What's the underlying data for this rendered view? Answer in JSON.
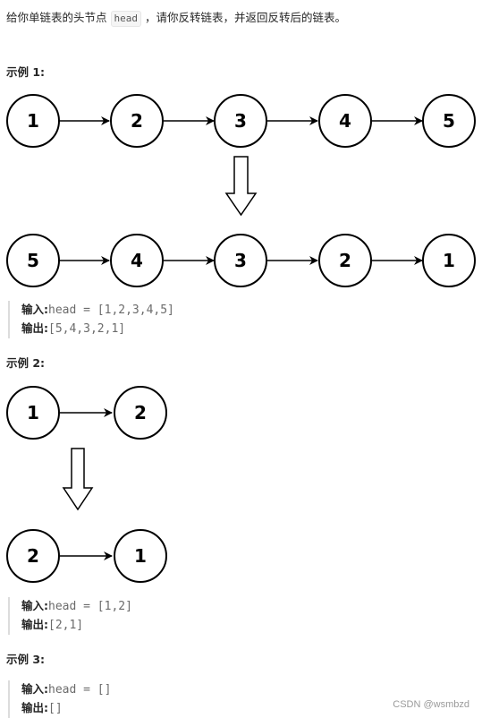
{
  "intro": {
    "prefix": "给你单链表的头节点",
    "code": "head",
    "suffix": "，请你反转链表，并返回反转后的链表。"
  },
  "examples": [
    {
      "title": "示例 1:",
      "input_list": [
        "1",
        "2",
        "3",
        "4",
        "5"
      ],
      "output_list": [
        "5",
        "4",
        "3",
        "2",
        "1"
      ],
      "input_label": "输入:",
      "input_value": "head = [1,2,3,4,5]",
      "output_label": "输出:",
      "output_value": "[5,4,3,2,1]"
    },
    {
      "title": "示例 2:",
      "input_list": [
        "1",
        "2"
      ],
      "output_list": [
        "2",
        "1"
      ],
      "input_label": "输入:",
      "input_value": "head = [1,2]",
      "output_label": "输出:",
      "output_value": "[2,1]"
    },
    {
      "title": "示例 3:",
      "input_label": "输入:",
      "input_value": "head = []",
      "output_label": "输出:",
      "output_value": "[]"
    }
  ],
  "watermark": "CSDN @wsmbzd"
}
